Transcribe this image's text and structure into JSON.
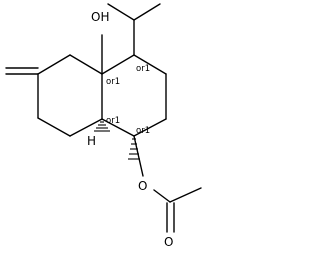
{
  "atoms": {
    "hydroxyl": "OH",
    "ring_fusion_h": "H",
    "ester_o": "O",
    "carbonyl_o": "O"
  },
  "stereo_labels": {
    "c4a": "or1",
    "c4": "or1",
    "c8a": "or1",
    "c1": "or1"
  },
  "colors": {
    "bond": "#000000",
    "background": "#ffffff"
  }
}
